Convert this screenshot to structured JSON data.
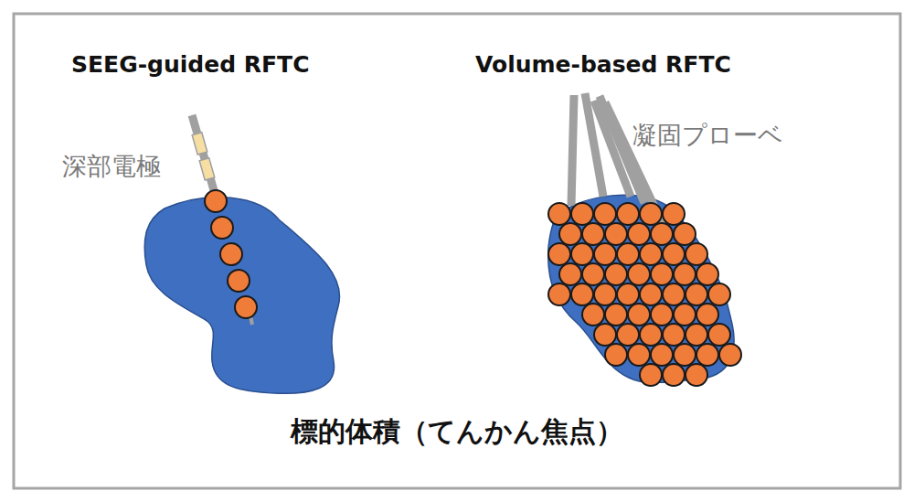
{
  "diagram": {
    "caption": "標的体積（てんかん焦点）",
    "labels": [
      "SEEG-guided RFTC",
      "Volume-based RFTC",
      "深部電極",
      "凝固プローベ"
    ]
  }
}
